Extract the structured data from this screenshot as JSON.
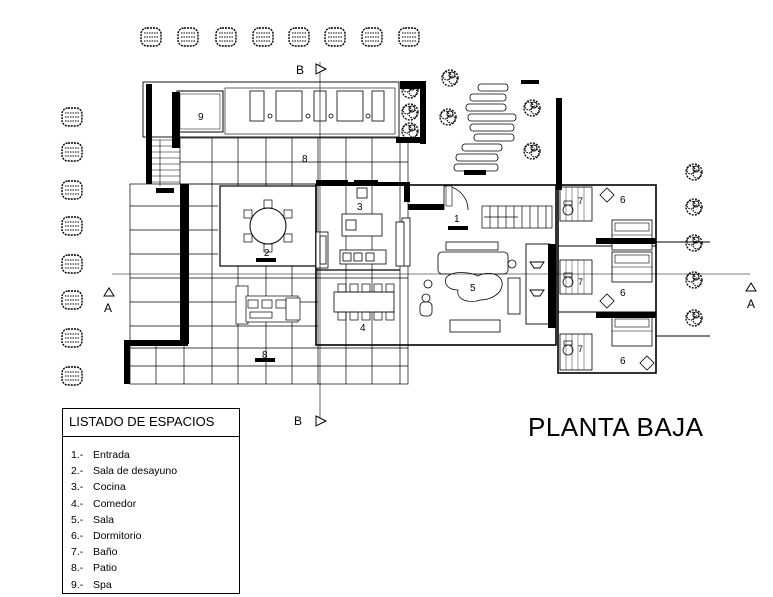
{
  "title": "PLANTA BAJA",
  "legend": {
    "heading": "LISTADO DE ESPACIOS",
    "items": [
      {
        "num": "1.-",
        "name": "Entrada"
      },
      {
        "num": "2.-",
        "name": "Sala de desayuno"
      },
      {
        "num": "3.-",
        "name": "Cocina"
      },
      {
        "num": "4.-",
        "name": "Comedor"
      },
      {
        "num": "5.-",
        "name": "Sala"
      },
      {
        "num": "6.-",
        "name": "Dormitorio"
      },
      {
        "num": "7.-",
        "name": "Baño"
      },
      {
        "num": "8.-",
        "name": "Patio"
      },
      {
        "num": "9.-",
        "name": "Spa"
      }
    ]
  },
  "section_marks": {
    "b_top": "B",
    "b_bottom": "B",
    "a_left": "A",
    "a_right": "A"
  },
  "room_numbers": {
    "spa": "9",
    "patio_top": "8",
    "patio_bottom": "8",
    "cocina": "3",
    "entrada": "1",
    "desayuno": "2",
    "sala": "5",
    "comedor": "4",
    "dorm_1": "6",
    "dorm_2": "6",
    "dorm_3": "6",
    "bano_1": "7",
    "bano_2": "7",
    "bano_3": "7"
  }
}
